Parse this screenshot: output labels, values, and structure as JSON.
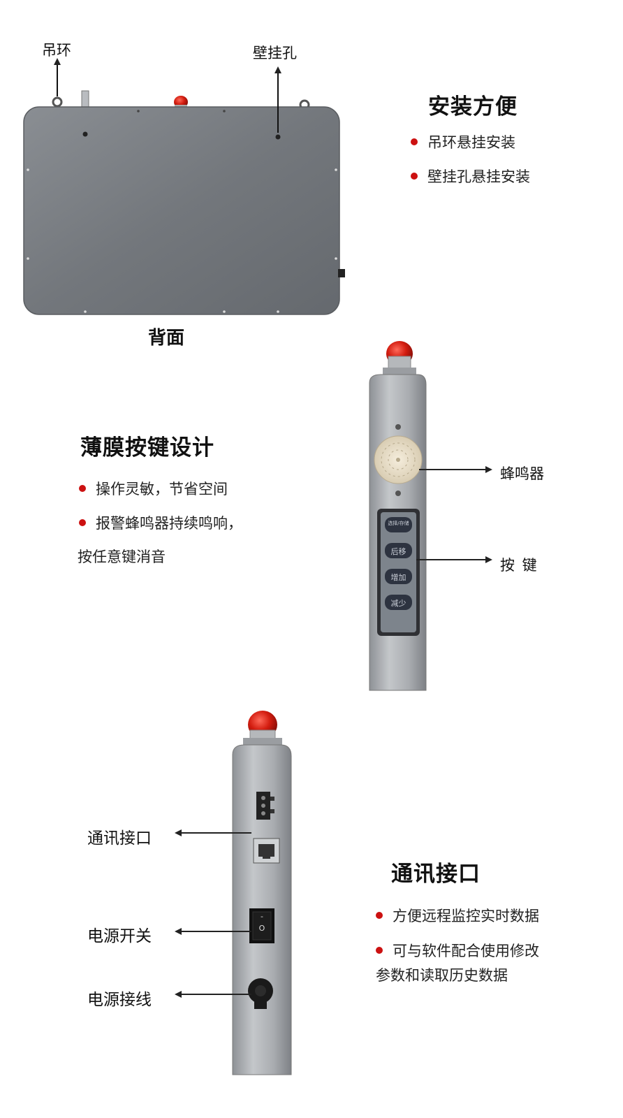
{
  "top": {
    "label_hook": "吊环",
    "label_wallhole": "壁挂孔",
    "caption_back": "背面",
    "heading": "安装方便",
    "bullets": [
      "吊环悬挂安装",
      "壁挂孔悬挂安装"
    ]
  },
  "middle": {
    "heading": "薄膜按键设计",
    "bullet1": "操作灵敏，节省空间",
    "bullet2": "报警蜂鸣器持续鸣响，",
    "bullet2_cont": "按任意键消音",
    "label_buzzer": "蜂鸣器",
    "label_keys": "按 键",
    "keys": [
      "选择/存储",
      "后移",
      "增加",
      "减少"
    ]
  },
  "bottom": {
    "label_comm": "通讯接口",
    "label_power_switch": "电源开关",
    "label_power_wire": "电源接线",
    "heading": "通讯接口",
    "bullet1": "方便远程监控实时数据",
    "bullet2": "可与软件配合使用修改",
    "bullet2_cont": "参数和读取历史数据",
    "switch_top": "-",
    "switch_bottom": "O"
  },
  "colors": {
    "accent": "#cc1111",
    "panel": "#7b7f84"
  }
}
